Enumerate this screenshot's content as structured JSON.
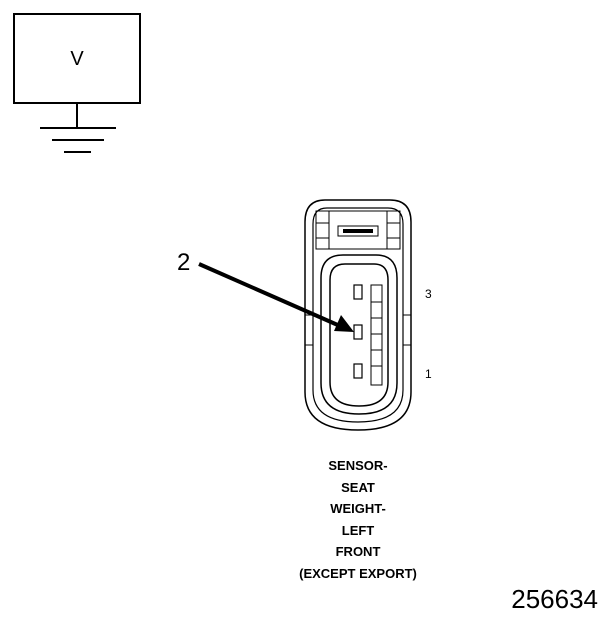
{
  "voltmeter": {
    "label": "V"
  },
  "connector": {
    "pin_labels": {
      "top": "3",
      "bottom": "1"
    },
    "callout": "2"
  },
  "caption": {
    "lines": [
      "SENSOR-",
      "SEAT",
      "WEIGHT-",
      "LEFT",
      "FRONT",
      "(EXCEPT EXPORT)"
    ]
  },
  "figure_number": "256634"
}
